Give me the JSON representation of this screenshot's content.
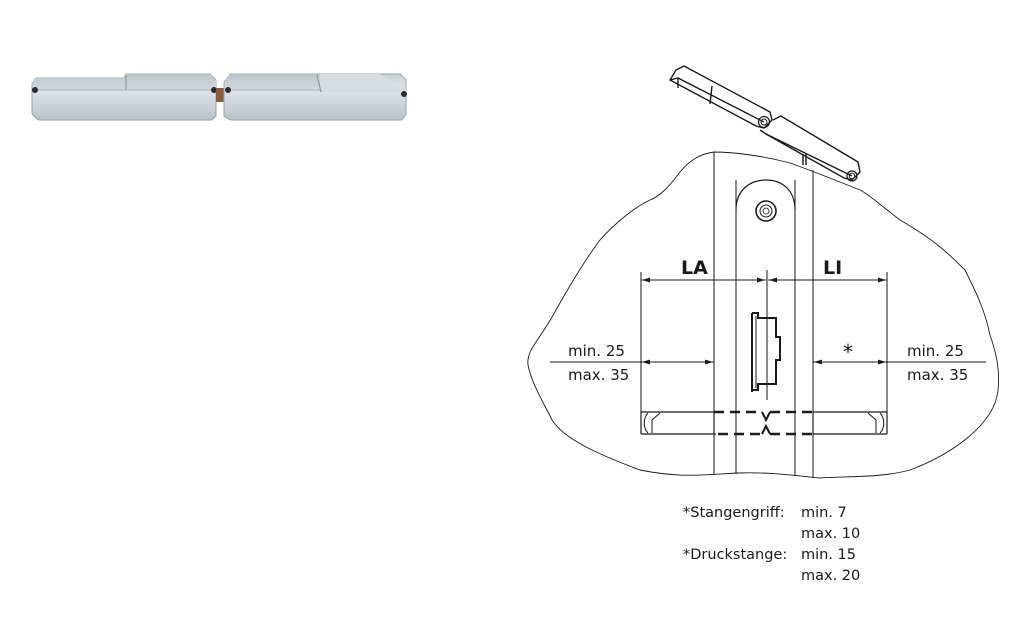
{
  "figure": {
    "product_photo": {
      "description": "Split square spindle (two-part door handle spindle), photo",
      "colors": {
        "metal_light": "#d8dde2",
        "metal_mid": "#b8c0c8",
        "metal_dark": "#7d868e"
      }
    },
    "technical_drawing": {
      "dimension_labels": {
        "outside": "LA",
        "inside": "LI"
      },
      "left_range": {
        "min": "min. 25",
        "max": "max. 35"
      },
      "right_range": {
        "min": "min. 25",
        "max": "max. 35"
      },
      "asterisk": "*",
      "line_color": "#1a1a1a"
    },
    "footnote": {
      "rows": [
        {
          "label": "*Stangengriff:",
          "min": "min. 7",
          "max": "max. 10"
        },
        {
          "label": "*Druckstange:",
          "min": "min. 15",
          "max": "max. 20"
        }
      ]
    }
  }
}
